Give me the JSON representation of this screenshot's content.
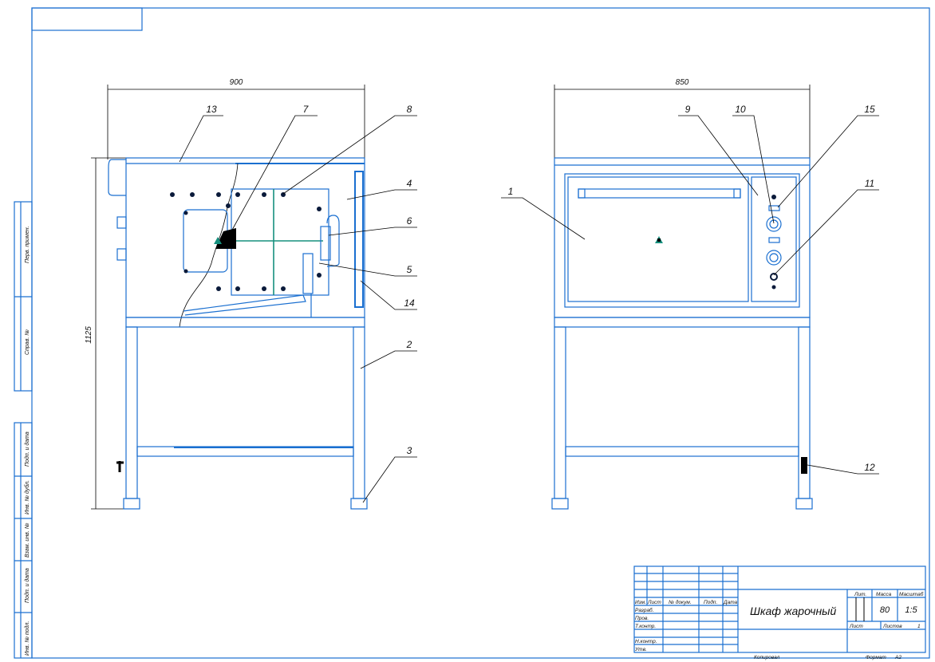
{
  "drawing_title": "Шкаф жарочный",
  "dimensions": {
    "width_side": "900",
    "width_front": "850",
    "height": "1125"
  },
  "balloons": [
    "1",
    "2",
    "3",
    "4",
    "5",
    "6",
    "7",
    "8",
    "9",
    "10",
    "11",
    "12",
    "13",
    "14",
    "15"
  ],
  "side_strip": [
    "Перв. примен.",
    "Справ. №",
    "Подп. и дата",
    "Инв. № дубл.",
    "Взам. инв. №",
    "Подп. и дата",
    "Инв. № подл."
  ],
  "title_block": {
    "headers": [
      "Изм.",
      "Лист",
      "№ докум.",
      "Подп.",
      "Дата"
    ],
    "roles": [
      "Разраб.",
      "Пров.",
      "Т.контр.",
      "",
      "Н.контр.",
      "Утв."
    ],
    "lit_label": "Лит.",
    "mass_label": "Масса",
    "scale_label": "Масштаб",
    "mass": "80",
    "scale": "1:5",
    "sheet_label": "Лист",
    "sheets_label": "Листов",
    "sheets": "1",
    "copied": "Копировал",
    "format_label": "Формат",
    "format": "А2"
  }
}
